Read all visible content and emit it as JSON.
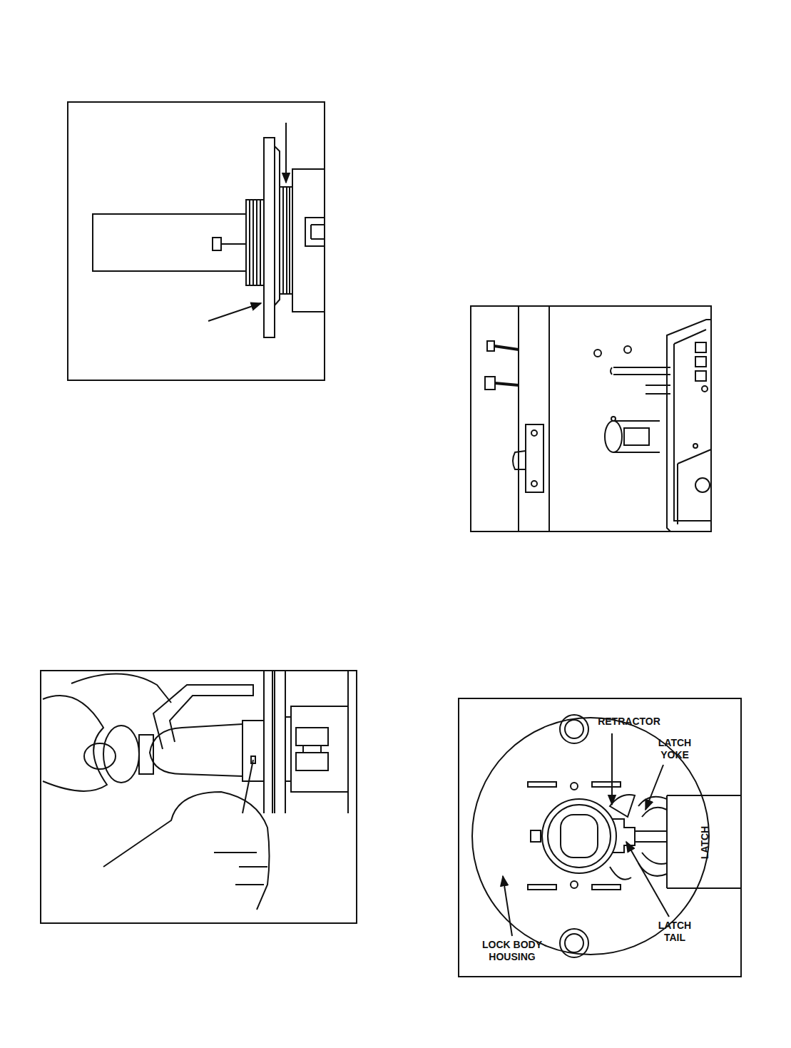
{
  "diagram": {
    "nodes": [
      {
        "text": [
          "LATCH"
        ]
      }
    ],
    "labels": [
      "RETRACTOR",
      "LATCH YOKE",
      "LATCH TAIL",
      "LOCK BODY HOUSING"
    ]
  }
}
